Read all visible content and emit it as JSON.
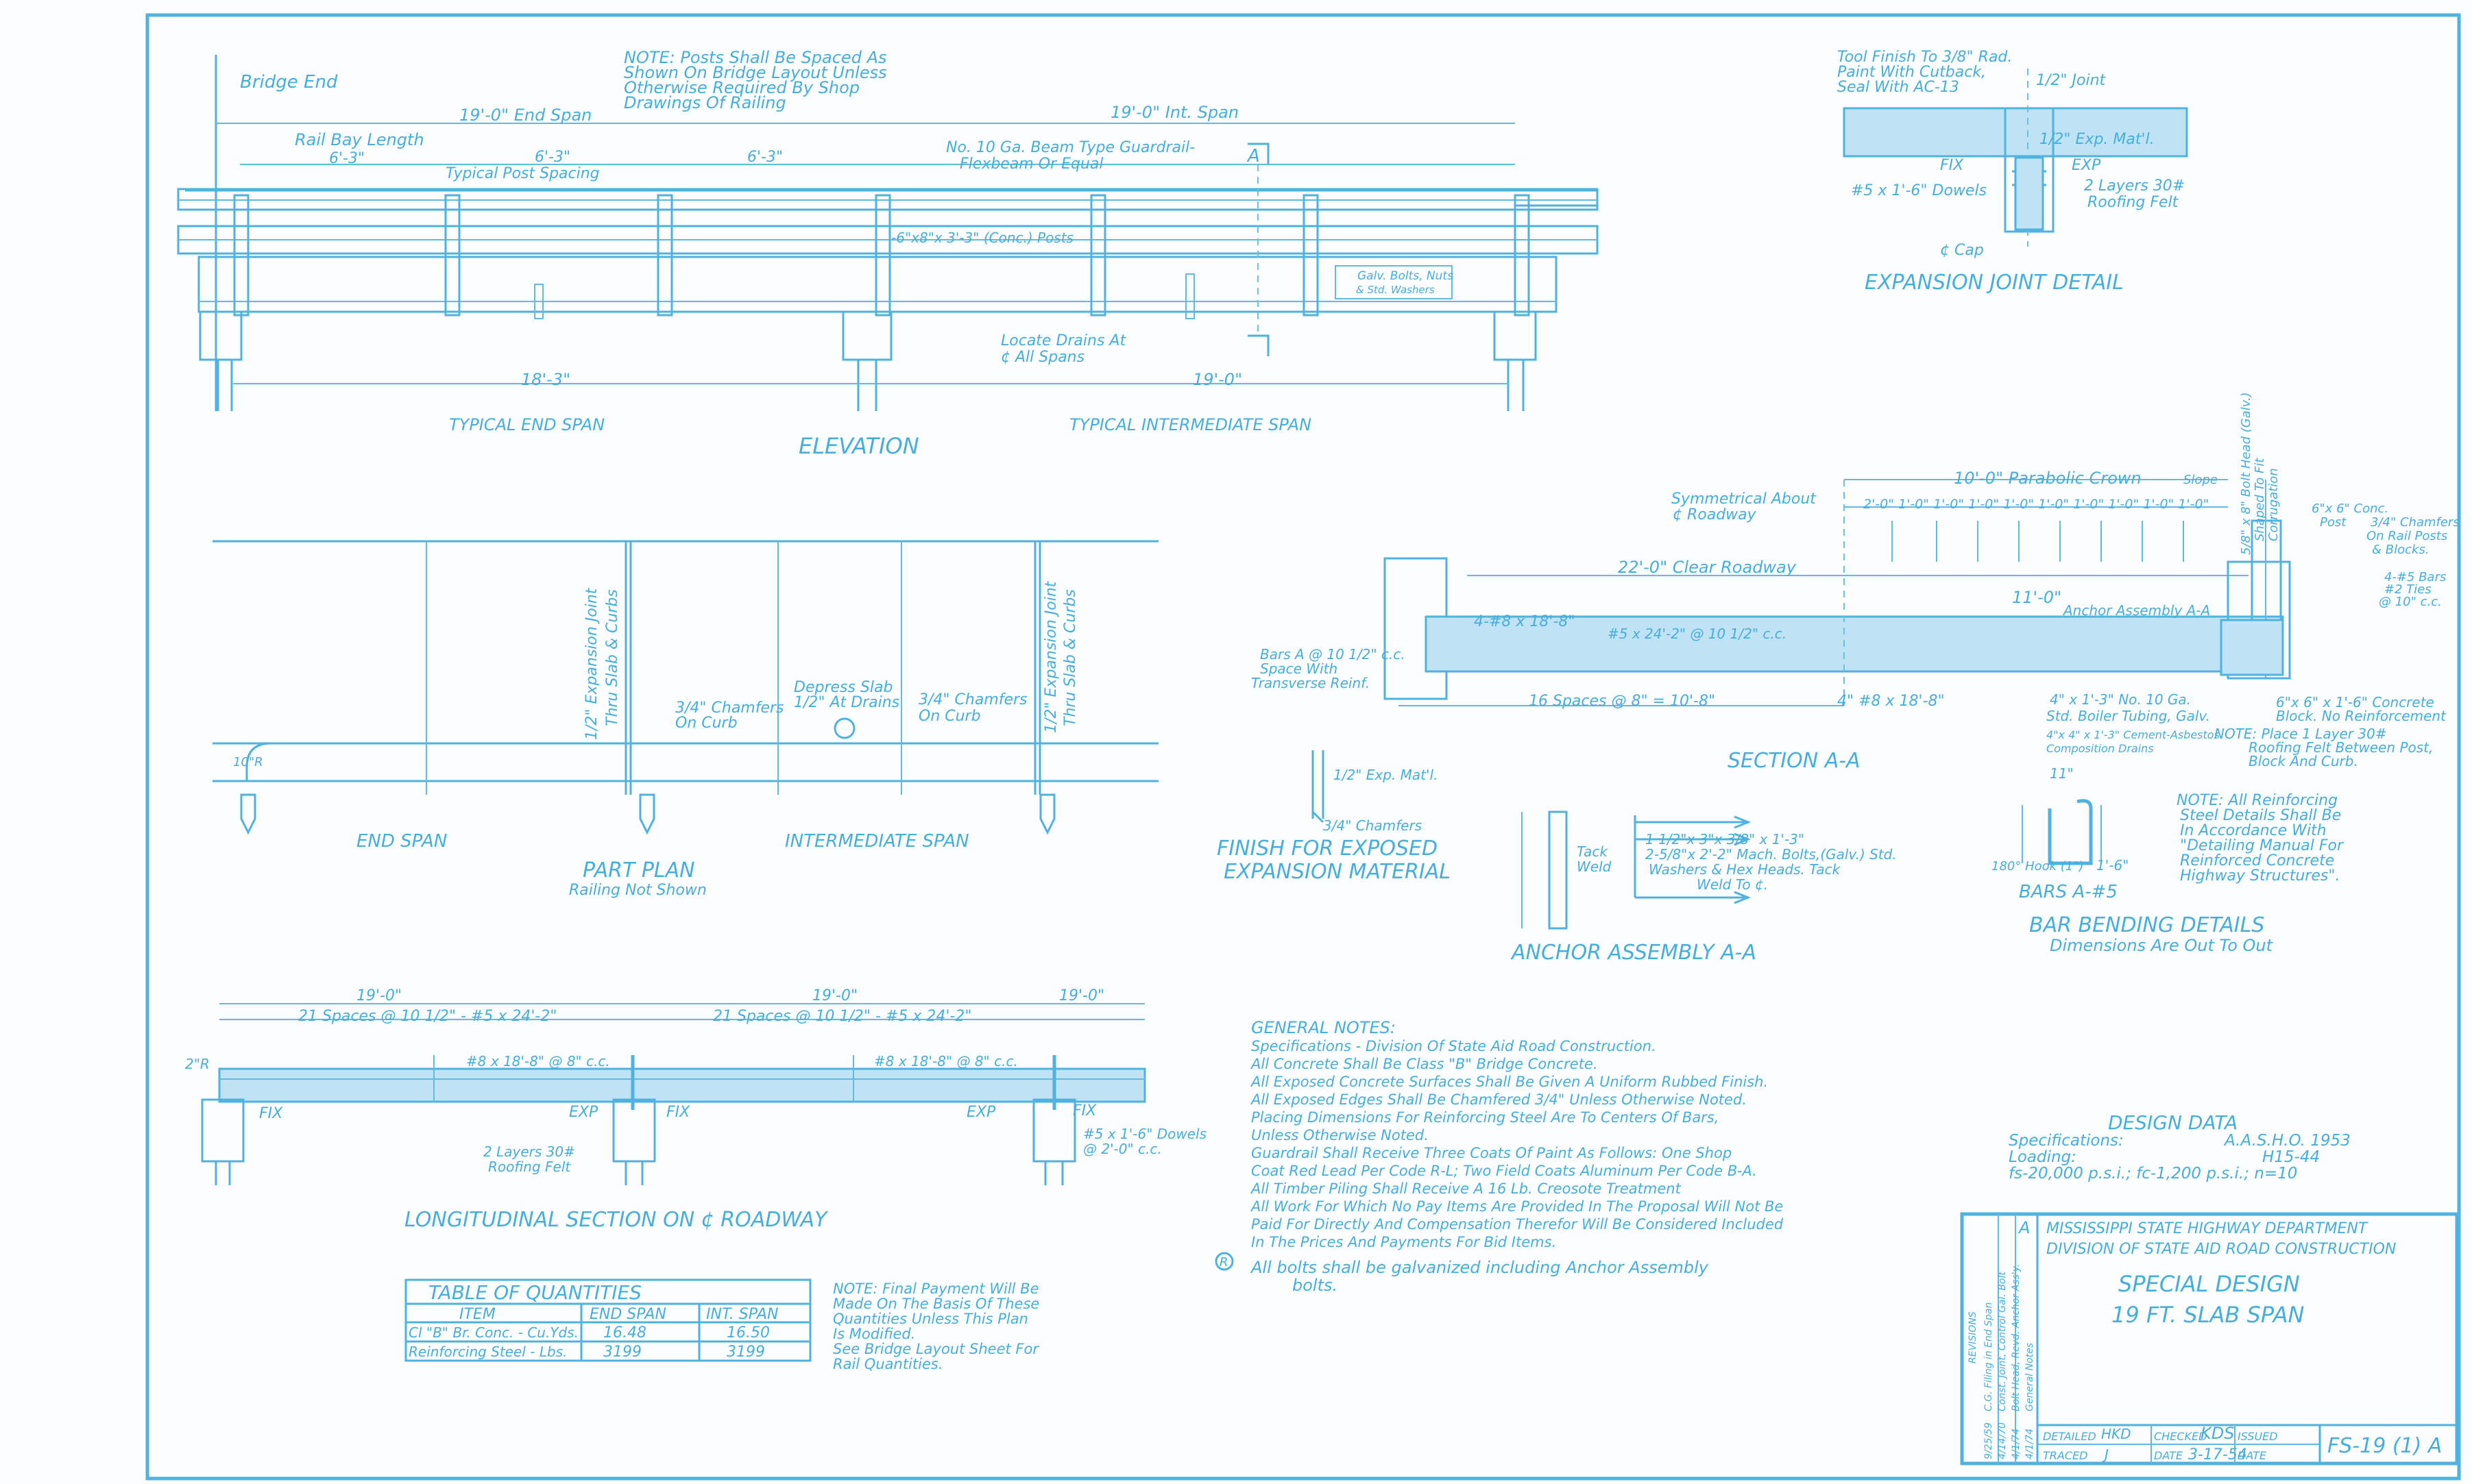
{
  "elevation": {
    "title": "ELEVATION",
    "note": [
      "NOTE: Posts Shall Be Spaced As",
      "Shown On Bridge Layout Unless",
      "Otherwise Required By Shop",
      "Drawings Of Railing"
    ],
    "bridge_end": "Bridge End",
    "end_span_dim": "19'-0\" End Span",
    "int_span_dim": "19'-0\" Int. Span",
    "rail_bay": "Rail Bay Length",
    "d1": "6'-3\"",
    "d2": "6'-3\"",
    "post_spacing": "Typical Post Spacing",
    "d3": "6'-3\"",
    "guardrail": [
      "No. 10 Ga. Beam Type Guardrail-",
      "Flexbeam Or Equal"
    ],
    "posts": "-6\"x8\"x 3'-3\" (Conc.) Posts",
    "bolts": [
      "Galv. Bolts, Nuts",
      "& Std. Washers"
    ],
    "drains": [
      "Locate Drains At",
      "¢ All Spans"
    ],
    "dim_18_3": "18'-3\"",
    "dim_19_0": "19'-0\"",
    "typ_end": "TYPICAL END SPAN",
    "typ_int": "TYPICAL INTERMEDIATE SPAN",
    "sec_mark": "A"
  },
  "expansion_joint": {
    "title": "EXPANSION JOINT DETAIL",
    "notes": [
      "Tool Finish To 3/8\" Rad.",
      "Paint With Cutback,",
      "Seal With AC-13"
    ],
    "joint": "1/2\" Joint",
    "exp_matl": "1/2\" Exp. Mat'l.",
    "fix": "FIX",
    "exp": "EXP",
    "dowels": "#5 x 1'-6\" Dowels",
    "roofing": [
      "2 Layers 30#",
      "Roofing Felt"
    ],
    "cap": "¢ Cap"
  },
  "part_plan": {
    "title": "PART PLAN",
    "subtitle": "Railing Not Shown",
    "end_span": "END SPAN",
    "int_span": "INTERMEDIATE SPAN",
    "exp_joint_1": [
      "1/2\" Expansion Joint",
      "Thru Slab & Curbs"
    ],
    "exp_joint_2": [
      "1/2\" Expansion Joint",
      "Thru Slab & Curbs"
    ],
    "chamfers_1": [
      "3/4\" Chamfers",
      "On Curb"
    ],
    "chamfers_2": [
      "3/4\" Chamfers",
      "On Curb"
    ],
    "depress": [
      "Depress Slab",
      "1/2\" At Drains"
    ],
    "radius": "10\"R"
  },
  "section_aa": {
    "title": "SECTION A-A",
    "sym": [
      "Symmetrical About",
      "¢ Roadway"
    ],
    "crown": "10'-0\" Parabolic Crown",
    "slope": "Slope",
    "crown_dims": "2'-0\"  1'-0\" 1'-0\" 1'-0\" 1'-0\" 1'-0\" 1'-0\" 1'-0\" 1'-0\" 1'-0\"",
    "clear": "22'-0\" Clear Roadway",
    "half": "11'-0\"",
    "anchor": "Anchor Assembly A-A",
    "bars_8": "4-#8 x 18'-8\"",
    "bars_5": "#5 x 24'-2\" @ 10 1/2\" c.c.",
    "bars_a": [
      "Bars A @ 10 1/2\" c.c.",
      "Space With",
      "Transverse Reinf."
    ],
    "spaces": "16 Spaces @ 8\" = 10'-8\"",
    "bars_8b": "4\" #8 x 18'-8\"",
    "bolt_head": [
      "5/8\" x 8\" Bolt Head (Galv.)",
      "Shaped To Fit",
      "Corrugation"
    ],
    "post": [
      "6\"x 6\" Conc.",
      "Post"
    ],
    "chamfers": [
      "3/4\" Chamfers",
      "On Rail Posts",
      "& Blocks."
    ],
    "bars_4": [
      "4-#5 Bars",
      "#2 Ties",
      "@ 10\" c.c."
    ],
    "boiler": [
      "4\" x 1'-3\" No. 10 Ga.",
      "Std. Boiler Tubing, Galv."
    ],
    "drains": [
      "4\"x 4\" x 1'-3\" Cement-Asbestos",
      "Composition Drains"
    ],
    "block": [
      "6\"x 6\" x 1'-6\" Concrete",
      "Block. No Reinforcement"
    ],
    "note": [
      "NOTE: Place 1 Layer 30#",
      "Roofing Felt Between Post,",
      "Block And Curb."
    ]
  },
  "finish": {
    "title": [
      "FINISH FOR EXPOSED",
      "EXPANSION MATERIAL"
    ],
    "exp": "1/2\" Exp. Mat'l.",
    "chamfers": "3/4\" Chamfers"
  },
  "anchor": {
    "title": "ANCHOR ASSEMBLY A-A",
    "tack": [
      "Tack",
      "Weld"
    ],
    "text": [
      "1 1/2\"x 3\"x 3/8\" x 1'-3\"",
      "2-5/8\"x 2'-2\" Mach. Bolts,(Galv.) Std.",
      "Washers & Hex Heads. Tack",
      "Weld To ¢."
    ]
  },
  "bars": {
    "title": "BAR BENDING DETAILS",
    "subtitle": "Dimensions Are Out To Out",
    "bars_label": "BARS A-#5",
    "hook": "180° Hook (1\")",
    "dim_a": "1'-6\"",
    "dim_b": "11\"",
    "note": [
      "NOTE: All Reinforcing",
      "Steel Details Shall Be",
      "In Accordance With",
      "\"Detailing Manual For",
      "Reinforced Concrete",
      "Highway Structures\"."
    ]
  },
  "longitudinal": {
    "title": "LONGITUDINAL SECTION ON ¢ ROADWAY",
    "d1": "19'-0\"",
    "d2": "19'-0\"",
    "d3": "19'-0\"",
    "sp1": "21 Spaces @ 10 1/2\" - #5 x 24'-2\"",
    "sp2": "21 Spaces @ 10 1/2\" - #5 x 24'-2\"",
    "bar8a": "#8 x 18'-8\" @ 8\" c.c.",
    "bar8b": "#8 x 18'-8\" @ 8\" c.c.",
    "fix1": "FIX",
    "exp1": "EXP",
    "fix2": "FIX",
    "exp2": "EXP",
    "fix3": "FIX",
    "roof": [
      "2 Layers 30#",
      "Roofing Felt"
    ],
    "dowels": [
      "#5 x 1'-6\" Dowels",
      "@ 2'-0\" c.c."
    ],
    "r": "2\"R"
  },
  "quantities": {
    "title": "TABLE  OF  QUANTITIES",
    "headers": [
      "ITEM",
      "END SPAN",
      "INT. SPAN"
    ],
    "rows": [
      [
        "Cl \"B\" Br. Conc. - Cu.Yds.",
        "16.48",
        "16.50"
      ],
      [
        "Reinforcing Steel - Lbs.",
        "3199",
        "3199"
      ]
    ],
    "note": [
      "NOTE: Final Payment Will Be",
      "Made On The Basis Of These",
      "Quantities Unless This Plan",
      "Is Modified.",
      "See Bridge Layout Sheet For",
      "Rail Quantities."
    ]
  },
  "general_notes": {
    "title": "GENERAL NOTES:",
    "lines": [
      "Specifications - Division Of State Aid Road Construction.",
      "All Concrete Shall Be Class \"B\" Bridge Concrete.",
      "All Exposed Concrete Surfaces Shall Be Given A Uniform Rubbed Finish.",
      "All Exposed Edges Shall Be Chamfered 3/4\" Unless Otherwise Noted.",
      "Placing Dimensions For Reinforcing Steel Are To Centers Of Bars,",
      "     Unless Otherwise Noted.",
      "Guardrail Shall Receive Three Coats Of Paint As Follows: One Shop",
      "     Coat Red Lead Per Code R-L; Two Field Coats Aluminum Per Code B-A.",
      "All Timber Piling Shall Receive A 16 Lb. Creosote Treatment",
      "All Work For Which No Pay Items Are Provided In The Proposal Will Not Be",
      "     Paid For Directly And Compensation Therefor Will Be Considered Included",
      "     In The Prices And Payments For Bid Items."
    ],
    "added_mark": "R",
    "added": [
      "All  bolts  shall  be  galvanized  including  Anchor  Assembly",
      "bolts."
    ]
  },
  "design_data": {
    "title": "DESIGN DATA",
    "spec_label": "Specifications:",
    "spec_value": "A.A.S.H.O. 1953",
    "load_label": "Loading:",
    "load_value": "H15-44",
    "stress": "fs-20,000 p.s.i.; fc-1,200 p.s.i.; n=10"
  },
  "title_block": {
    "dept": "MISSISSIPPI STATE HIGHWAY DEPARTMENT",
    "division": "DIVISION OF STATE AID ROAD CONSTRUCTION",
    "design": "SPECIAL DESIGN",
    "name": "19 FT. SLAB SPAN",
    "detailed_label": "DETAILED",
    "detailed": "HKD",
    "checked_label": "CHECKED",
    "checked": "KDS",
    "issued_label": "ISSUED",
    "traced_label": "TRACED",
    "traced": "J",
    "date_label": "DATE",
    "date": "3-17-54",
    "date2_label": "DATE",
    "sheet": "FS-19 (1) A",
    "revisions_label": "REVISIONS",
    "rev_mark": "A",
    "revisions": [
      "C.G. Filing in End Span",
      "Const. Joint, Control Gal. Bolt",
      "Bolt Head, Revd. Anchor Ass'y.",
      "General Notes"
    ],
    "rev_dates": [
      "9/25/59",
      "4/14/70",
      "4/1/74",
      "4/1/74"
    ]
  }
}
